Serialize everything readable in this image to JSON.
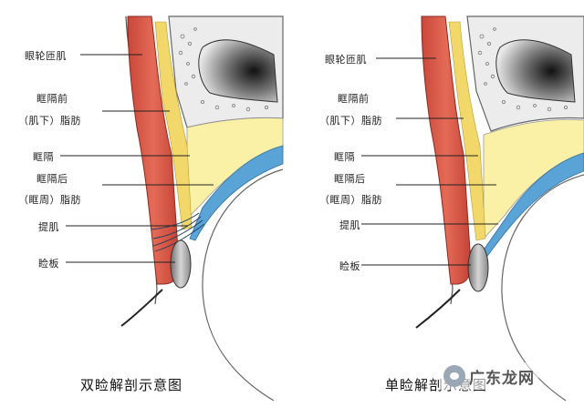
{
  "left_panel": {
    "labels": {
      "orbicularis": "眼轮匝肌",
      "pre_septal_1": "眶隔前",
      "pre_septal_2": "（肌下）脂肪",
      "septum": "眶隔",
      "post_septal_1": "眶隔后",
      "post_septal_2": "（眶周）脂肪",
      "levator": "提肌",
      "tarsus": "睑板"
    },
    "caption": "双睑解剖示意图"
  },
  "right_panel": {
    "labels": {
      "orbicularis": "眼轮匝肌",
      "pre_septal_1": "眶隔前",
      "pre_septal_2": "（肌下）脂肪",
      "septum": "眶隔",
      "post_septal_1": "眶隔后",
      "post_septal_2": "（眶周）脂肪",
      "levator": "提肌",
      "tarsus": "睑板"
    },
    "caption": "单睑解剖示意图"
  },
  "watermark": {
    "text": "广东龙网"
  },
  "colors": {
    "muscle": "#c8503f",
    "fat_yellow": "#fbf1a6",
    "septum_yellow": "#f2d86a",
    "levator_blue": "#5aa3d6",
    "bone_gray": "#d9d9d9",
    "tarsus_gray": "#8f8f8f"
  }
}
